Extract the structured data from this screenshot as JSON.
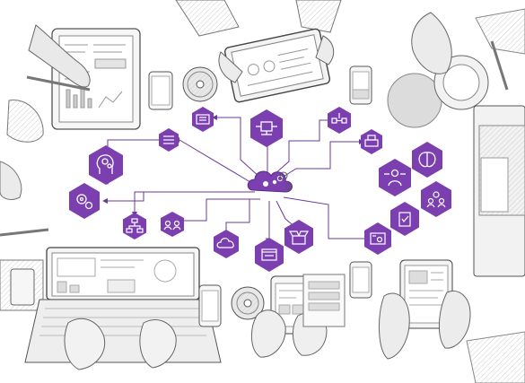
{
  "colors": {
    "accent": "#7b3fb0",
    "accent_light": "#9a5fd0",
    "line": "#6a3a9a",
    "sketch": "#555555",
    "sketch_light": "#bdbdbd",
    "paper": "#f4f4f4"
  },
  "hub": {
    "icon": "cloud-gears-icon"
  },
  "nodes": [
    {
      "id": "n1",
      "icon": "document-list-icon",
      "shape": "hexagon"
    },
    {
      "id": "n2",
      "icon": "document-lines-icon",
      "shape": "hexagon"
    },
    {
      "id": "n3",
      "icon": "monitor-flow-icon",
      "shape": "hexagon"
    },
    {
      "id": "n4",
      "icon": "process-flow-icon",
      "shape": "hexagon"
    },
    {
      "id": "n5",
      "icon": "printer-icon",
      "shape": "hexagon"
    },
    {
      "id": "n6",
      "icon": "head-gears-icon",
      "shape": "hexagon"
    },
    {
      "id": "n7",
      "icon": "gears-icon",
      "shape": "hexagon"
    },
    {
      "id": "n8",
      "icon": "network-diagram-icon",
      "shape": "hexagon"
    },
    {
      "id": "n9",
      "icon": "people-chat-icon",
      "shape": "hexagon"
    },
    {
      "id": "n10",
      "icon": "cloud-upload-icon",
      "shape": "hexagon"
    },
    {
      "id": "n11",
      "icon": "web-window-icon",
      "shape": "hexagon"
    },
    {
      "id": "n12",
      "icon": "open-box-icon",
      "shape": "hexagon"
    },
    {
      "id": "n13",
      "icon": "presenter-icon",
      "shape": "hexagon"
    },
    {
      "id": "n14",
      "icon": "brain-icon",
      "shape": "hexagon"
    },
    {
      "id": "n15",
      "icon": "team-icon",
      "shape": "hexagon"
    },
    {
      "id": "n16",
      "icon": "clipboard-check-icon",
      "shape": "hexagon"
    },
    {
      "id": "n17",
      "icon": "settings-window-icon",
      "shape": "hexagon"
    }
  ],
  "devices": [
    {
      "name": "tablet-top-left",
      "icon": "tablet-icon"
    },
    {
      "name": "tablet-top-center",
      "icon": "tablet-icon"
    },
    {
      "name": "phone-top",
      "icon": "smartphone-icon"
    },
    {
      "name": "phone-top-right",
      "icon": "smartphone-icon"
    },
    {
      "name": "laptop-bottom-left",
      "icon": "laptop-icon"
    },
    {
      "name": "phone-bottom-center",
      "icon": "smartphone-icon"
    },
    {
      "name": "tablet-bottom-right",
      "icon": "tablet-icon"
    },
    {
      "name": "monitor-right",
      "icon": "monitor-icon"
    },
    {
      "name": "coffee-cup",
      "icon": "cup-icon"
    }
  ]
}
